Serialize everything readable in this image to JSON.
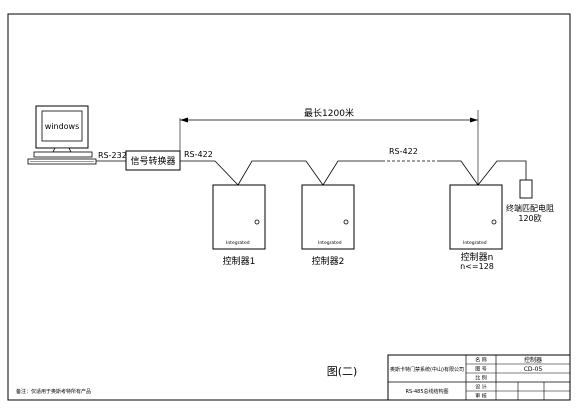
{
  "pc": {
    "screen_label": "windows"
  },
  "links": {
    "rs232": "RS-232",
    "rs422_left": "RS-422",
    "rs422_mid": "RS-422",
    "max_length": "最长1200米"
  },
  "converter": {
    "label": "信号转换器"
  },
  "controllers": [
    {
      "panel_label": "Integrated",
      "caption": "控制器1",
      "subcaption": ""
    },
    {
      "panel_label": "Integrated",
      "caption": "控制器2",
      "subcaption": ""
    },
    {
      "panel_label": "Integrated",
      "caption": "控制器n",
      "subcaption": "n<=128"
    }
  ],
  "terminator": {
    "line1": "终端匹配电阻",
    "line2": "120欧"
  },
  "figure_label": "图(二)",
  "note": "备注：仅适用于奥斯考特所有产品",
  "title_block": {
    "company": "奥斯卡特门禁系统(中山)有限公司",
    "name_label": "名 称",
    "name_value": "控制器",
    "drawing_no_label": "图 号",
    "drawing_no_value": "CD-05",
    "scale_label": "比 例",
    "scale_value": "",
    "drawing_title": "RS-485总线结构图",
    "designer_label": "设 计",
    "designer_value": "",
    "checker_label": "审 核",
    "checker_value": ""
  }
}
